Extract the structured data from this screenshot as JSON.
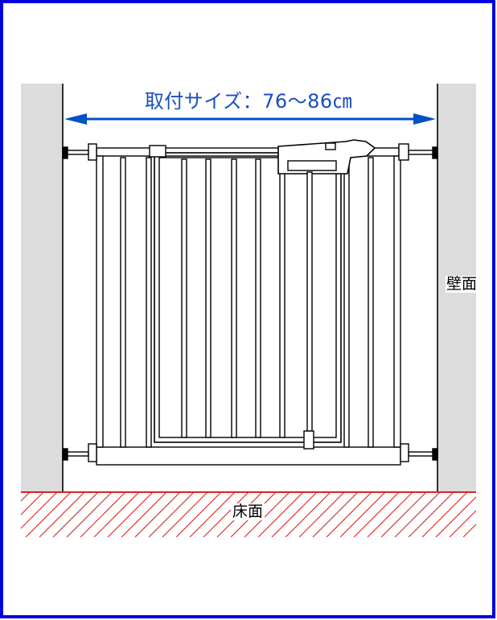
{
  "labels": {
    "size": "取付サイズ：76〜86㎝",
    "wall": "壁面",
    "floor": "床面"
  },
  "colors": {
    "frame_border": "#0000e0",
    "dimension_arrow": "#0050c8",
    "size_text": "#1a4fbf",
    "wall_fill": "#dcdcdc",
    "floor_hatch": "#e02020",
    "line": "#000000"
  }
}
